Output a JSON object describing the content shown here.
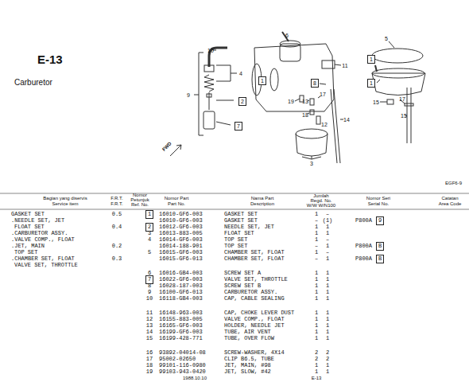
{
  "diagram": {
    "nodes": [
      {
        "text": [
          "1"
        ]
      },
      {
        "text": [
          "1"
        ]
      },
      {
        "text": [
          "8"
        ]
      },
      {
        "text": [
          "1"
        ]
      },
      {
        "text": [
          "2"
        ]
      },
      {
        "text": [
          "7"
        ]
      },
      {
        "text": [
          "1"
        ]
      },
      {
        "text": [
          "9"
        ]
      },
      {
        "text": [
          "2"
        ]
      },
      {
        "text": [
          "B"
        ]
      },
      {
        "text": [
          "B"
        ]
      },
      {
        "text": [
          "7"
        ]
      }
    ],
    "labels": [
      "E-13",
      "Carburetor",
      "6",
      "10",
      "5",
      "11",
      "4",
      "17",
      "9",
      "19",
      "13",
      "15",
      "17",
      "18",
      "12",
      "15",
      "14",
      "3",
      "FWD",
      "EGF6-9",
      "Bagian yang diservis",
      "Service item",
      "F.R.T.",
      "F.R.T.",
      "Nomor",
      "Petunjuk",
      "Ref. No.",
      "Nomor Part",
      "Part No.",
      "Nama Part",
      "Description",
      "Jumlah",
      "Regd. No.",
      "W/W W/N100",
      "Nomor Seri",
      "Serial No.",
      "Catatan",
      "Area Code",
      "GASKET SET",
      ".NEEDLE SET, JET",
      "FLOAT SET",
      ".CARBURETOR ASSY.",
      ".VALVE COMP., FLOAT",
      ".JET, MAIN",
      "TOP SET",
      ".CHAMBER SET, FLOAT",
      "VALVE SET, THROTTLE",
      "0.5",
      "0.4",
      "0.2",
      "0.3",
      "16010-GF6-003",
      "GASKET SET",
      "1",
      "–",
      "16010-GF6-003",
      "GASKET SET",
      "–",
      "(1)",
      "P800A",
      "16012-GF6-003",
      "NEEDLE SET, JET",
      "1",
      "1",
      "3",
      "16013-883-005",
      "FLOAT SET",
      "1",
      "1",
      "4",
      "16014-GF6-003",
      "TOP SET",
      "1",
      "–",
      "16014-188-901",
      "TOP SET",
      "–",
      "1",
      "P800A",
      "5",
      "16015-GF6-003",
      "CHAMBER SET, FLOAT",
      "1",
      "–",
      "16015-GF6-013",
      "CHAMBER SET, FLOAT",
      "–",
      "1",
      "P800A",
      "6",
      "16016-GB4-003",
      "SCREW SET A",
      "1",
      "1",
      "16022-GF6-003",
      "VALVE SET, THROTTLE",
      "1",
      "1",
      "8",
      "16028-187-003",
      "SCREW SET B",
      "1",
      "1",
      "9",
      "16100-GF6-013",
      "CARBURETOR ASSY.",
      "1",
      "1",
      "10",
      "16118-GB4-003",
      "CAP, CABLE SEALING",
      "1",
      "1",
      "11",
      "16148-963-003",
      "CAP, CHOKE LEVER DUST",
      "1",
      "1",
      "12",
      "16155-883-005",
      "VALVE COMP., FLOAT",
      "1",
      "1",
      "13",
      "16165-GF6-003",
      "HOLDER, NEEDLE JET",
      "1",
      "1",
      "14",
      "16199-GF6-003",
      "TUBE, AIR VENT",
      "1",
      "1",
      "15",
      "16199-428-771",
      "TUBE, OVER FLOW",
      "1",
      "1",
      "16",
      "93892-04014-08",
      "SCREW-WASHER, 4X14",
      "2",
      "2",
      "17",
      "95002-02650",
      "CLIP B6.5, TUBE",
      "2",
      "2",
      "18",
      "99101-116-0980",
      "JET, MAIN, #98",
      "1",
      "1",
      "19",
      "99103-943-0420",
      "JET, SLOW, #42",
      "1",
      "1",
      "1988.10.10",
      "E-13"
    ]
  }
}
